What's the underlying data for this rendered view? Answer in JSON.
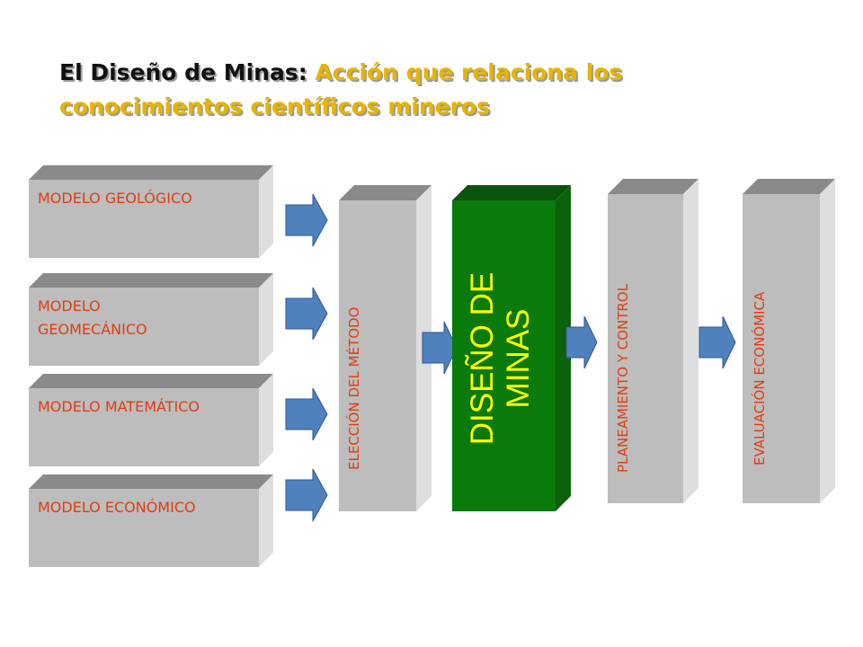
{
  "title": {
    "part1": "El Diseño de Minas:",
    "part2": " Acción que relaciona los conocimientos científicos mineros"
  },
  "models": [
    {
      "label": "MODELO GEOLÓGICO"
    },
    {
      "label": "MODELO GEOMECÁNICO"
    },
    {
      "label": "MODELO MATEMÁTICO"
    },
    {
      "label": "MODELO ECONÓMICO"
    }
  ],
  "stages": {
    "method": "ELECCIÓN DEL MÉTODO",
    "design_line1": "DISEÑO DE",
    "design_line2": "MINAS",
    "planning": "PLANEAMIENTO Y CONTROL",
    "evaluation": "EVALUACIÓN ECONÓMICA"
  },
  "colors": {
    "box_front": "#bdbdbd",
    "box_top": "#8a8a8a",
    "box_side": "#dedede",
    "design_front": "#0a7a0a",
    "design_top": "#0b540b",
    "design_side": "#0c610c",
    "arrow": "#4f81bd",
    "label_text": "#e03c10",
    "title_gold": "#e8b400",
    "design_text": "#ffff00"
  }
}
